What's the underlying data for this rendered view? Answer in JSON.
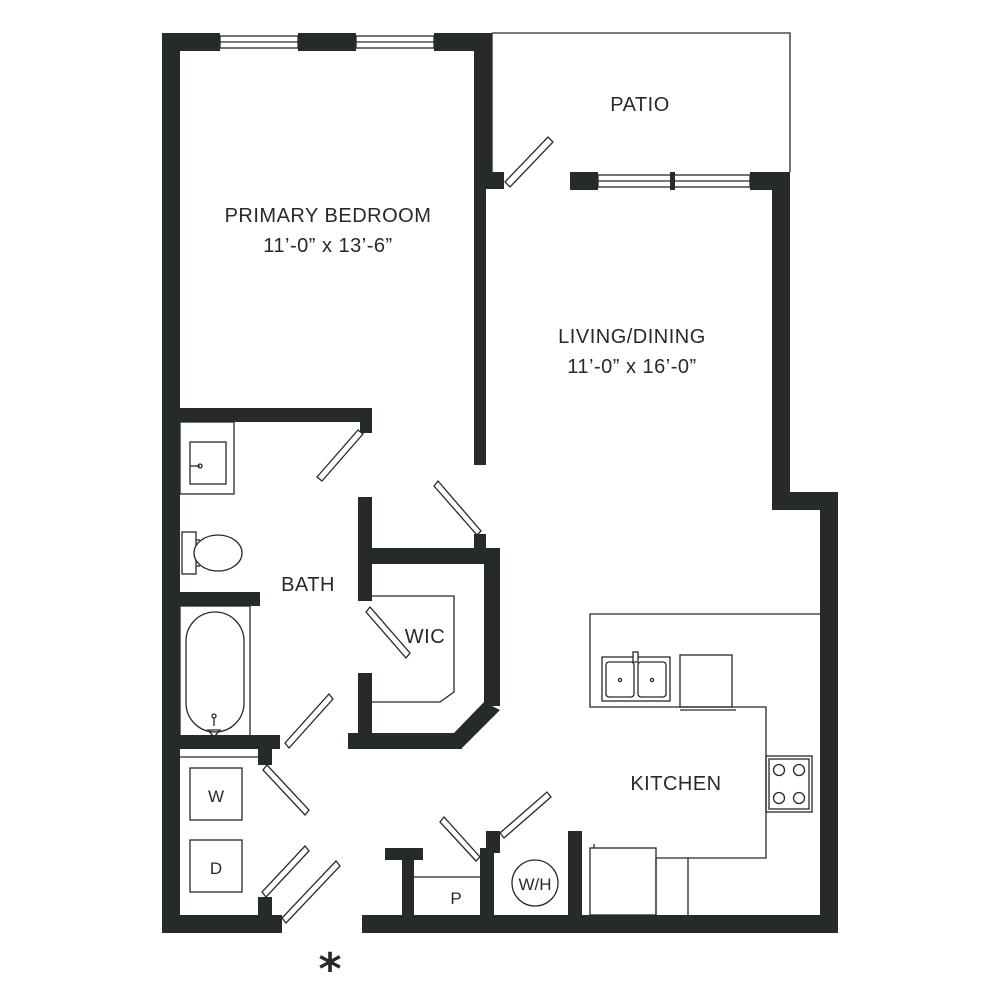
{
  "rooms": {
    "primary_bedroom": {
      "name": "PRIMARY BEDROOM",
      "size": "11’-0” x 13’-6”"
    },
    "living_dining": {
      "name": "LIVING/DINING",
      "size": "11’-0” x 16’-0”"
    },
    "patio": {
      "name": "PATIO"
    },
    "bath": {
      "name": "BATH"
    },
    "wic": {
      "name": "WIC"
    },
    "kitchen": {
      "name": "KITCHEN"
    },
    "pantry": {
      "name": "P"
    }
  },
  "fixtures": {
    "washer": "W",
    "dryer": "D",
    "water_heater": "W/H"
  },
  "entry_marker": "*",
  "colors": {
    "wall": "#262a2a",
    "background": "#ffffff"
  }
}
